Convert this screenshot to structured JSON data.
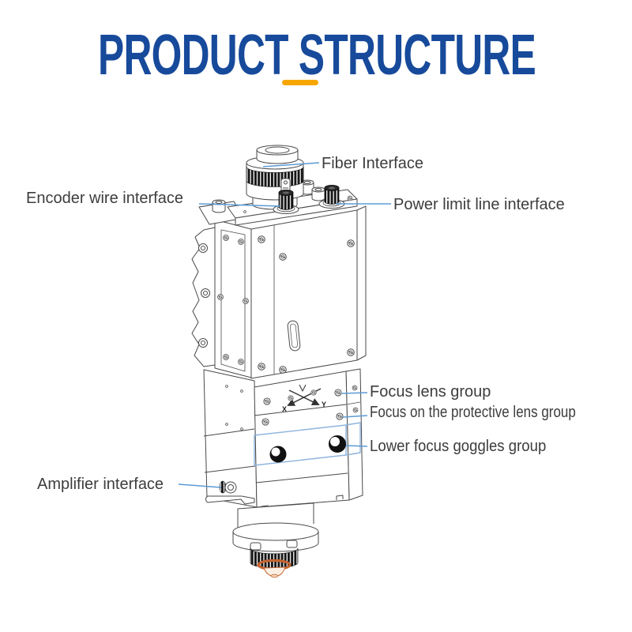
{
  "title": {
    "text": "PRODUCT STRUCTURE",
    "color": "#174A9B",
    "accent_color": "#F7A600"
  },
  "callouts": {
    "fiber": "Fiber Interface",
    "encoder": "Encoder wire interface",
    "power_limit": "Power limit line interface",
    "focus_lens": "Focus lens group",
    "protective_lens": "Focus on the protective lens group",
    "lower_goggles": "Lower focus goggles group",
    "amplifier": "Amplifier interface"
  },
  "diagram": {
    "x_axis": "X",
    "y_axis": "Y",
    "leader_color": "#5B9BD5",
    "highlight_color": "#8FB4DD",
    "nozzle_color": "#C46330",
    "line_color": "#4A4A4A"
  }
}
